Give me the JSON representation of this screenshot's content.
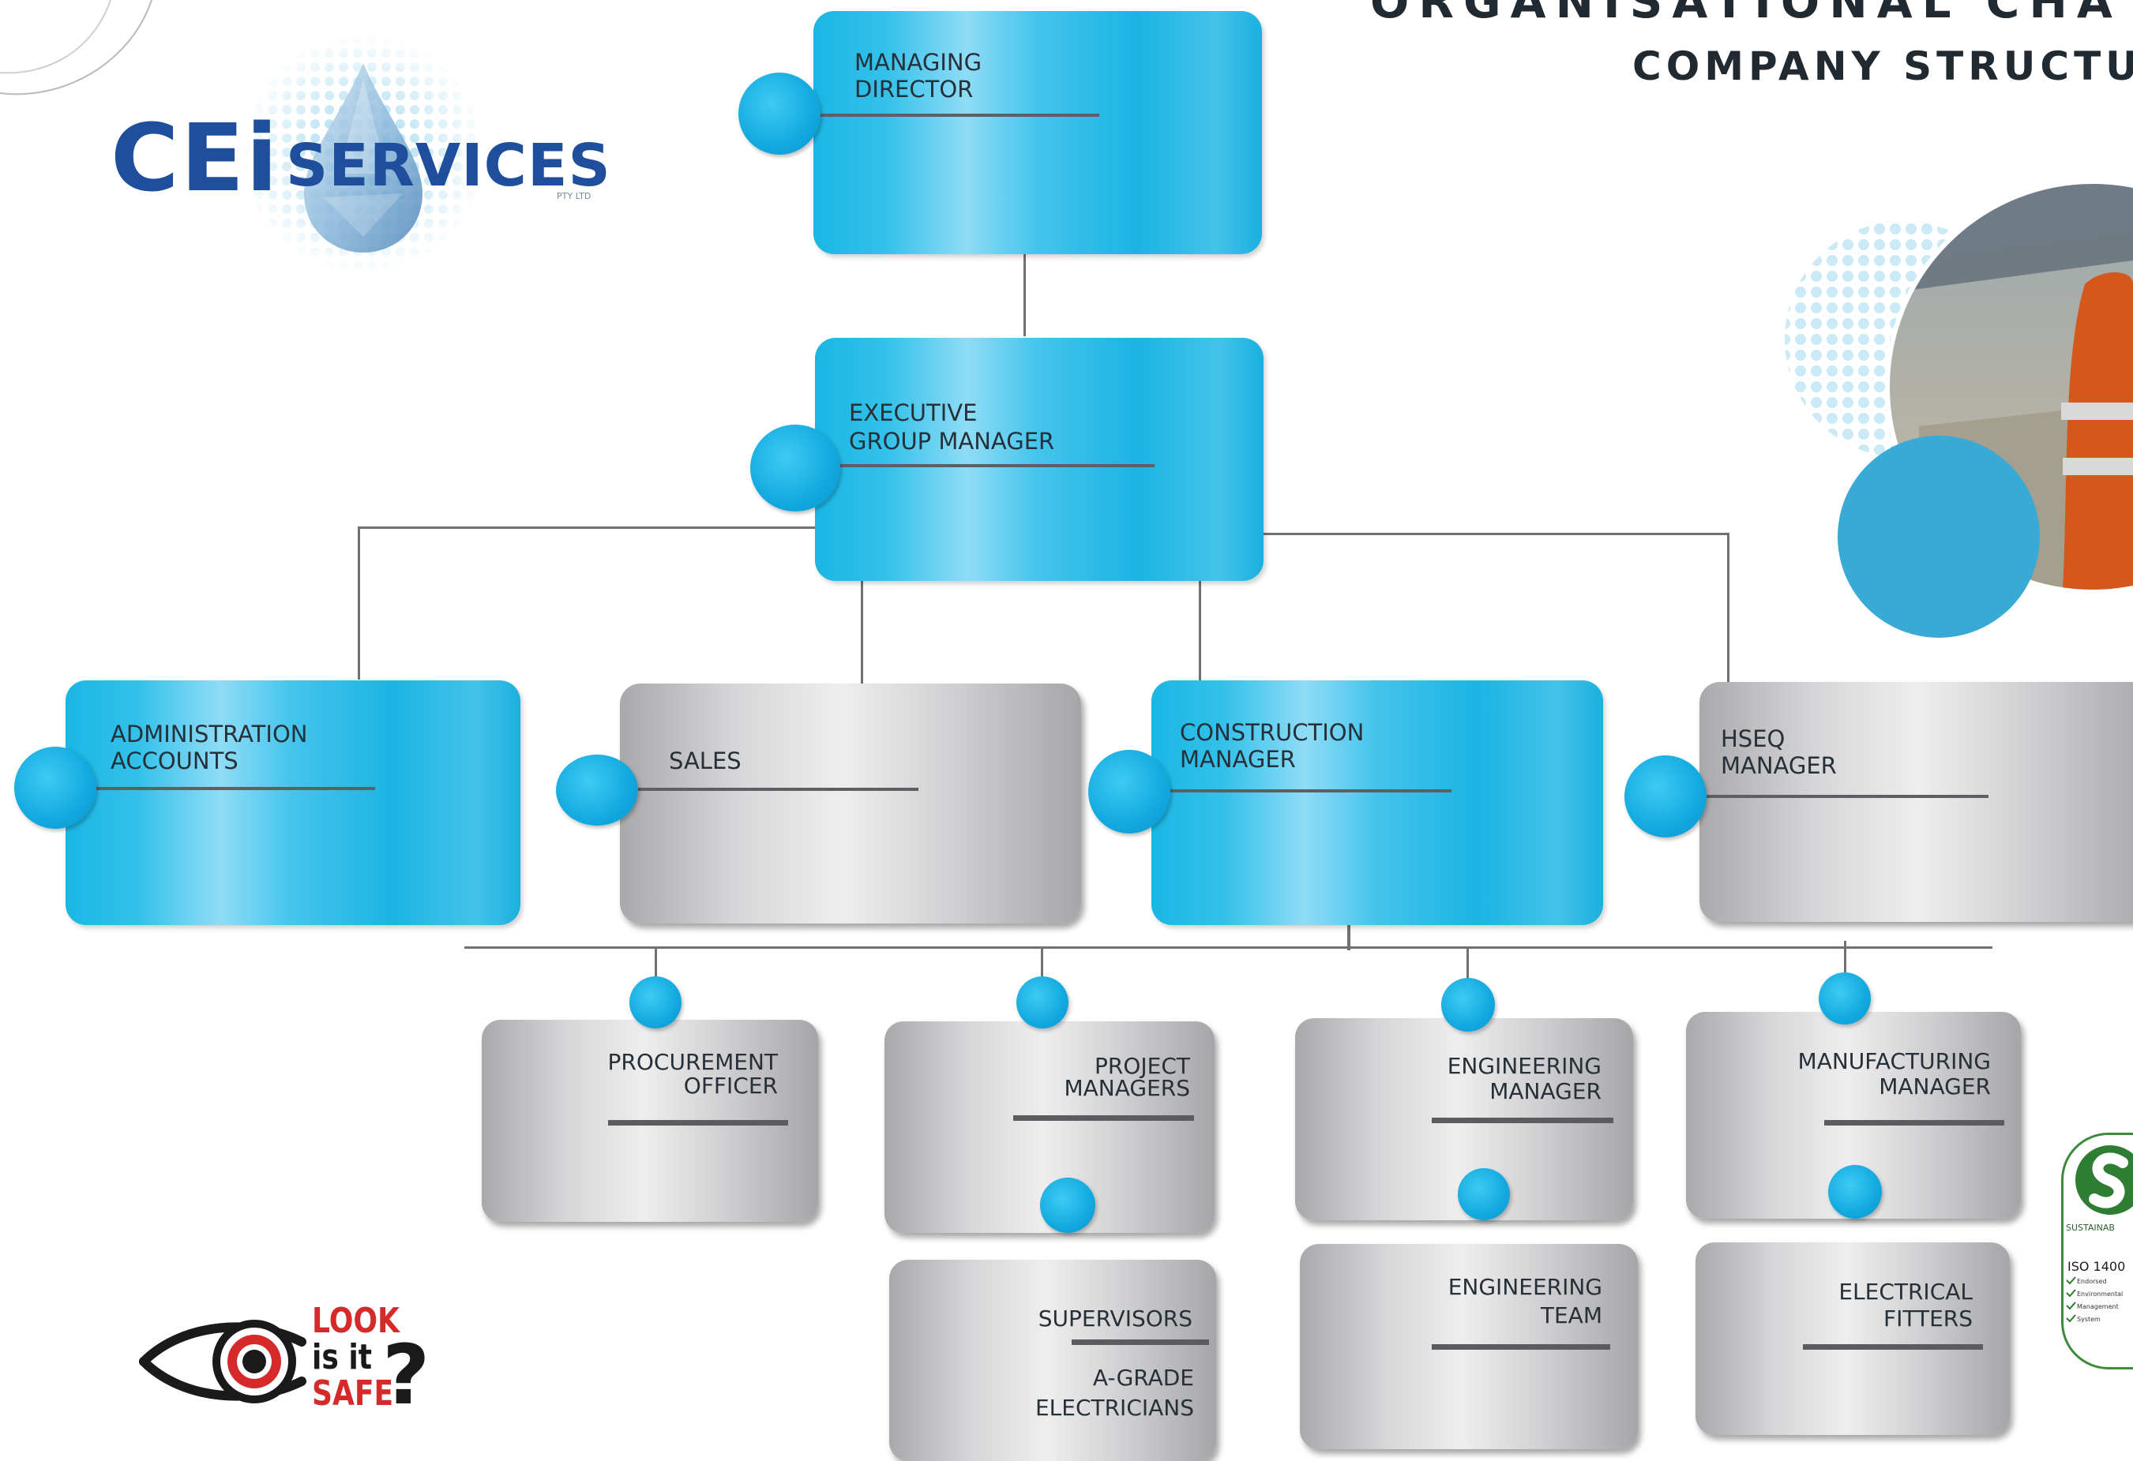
{
  "header": {
    "title": "ORGANISATIONAL CHA",
    "subtitle": "COMPANY STRUCTU"
  },
  "logo": {
    "brand_main": "CEi",
    "brand_services": "SERVICES",
    "brand_suffix": "PTY LTD"
  },
  "safety_badge": {
    "line1": "LOOK",
    "line2": "is it",
    "line3": "SAFE",
    "mark": "?"
  },
  "cert_badge": {
    "title": "SUSTAINAB",
    "standard": "ISO 1400",
    "ticks": [
      "Endorsed",
      "Environmental",
      "Management",
      "System"
    ]
  },
  "chart": {
    "managing_director": {
      "line1": "MANAGING",
      "line2": "DIRECTOR"
    },
    "executive_group_manager": {
      "line1": "EXECUTIVE",
      "line2": "GROUP  MANAGER"
    },
    "administration_accounts": {
      "line1": "ADMINISTRATION",
      "line2": "ACCOUNTS"
    },
    "sales": {
      "line1": "SALES"
    },
    "construction_manager": {
      "line1": "CONSTRUCTION",
      "line2": "MANAGER"
    },
    "hseq_manager": {
      "line1": "HSEQ",
      "line2": "MANAGER"
    },
    "procurement_officer": {
      "line1": "PROCUREMENT",
      "line2": "OFFICER"
    },
    "project_managers": {
      "line1": "PROJECT",
      "line2": "MANAGERS"
    },
    "engineering_manager": {
      "line1": "ENGINEERING",
      "line2": "MANAGER"
    },
    "manufacturing_manager": {
      "line1": "MANUFACTURING",
      "line2": "MANAGER"
    },
    "supervisors": {
      "line1": "SUPERVISORS",
      "sub1": "A-GRADE",
      "sub2": "ELECTRICIANS"
    },
    "engineering_team": {
      "line1": "ENGINEERING",
      "line2": "TEAM"
    },
    "electrical_fitters": {
      "line1": "ELECTRICAL",
      "line2": "FITTERS"
    }
  },
  "colors": {
    "accent_blue": "#1bb6e4",
    "node_gray": "#d0d0d2",
    "text_dark": "#263038",
    "logo_blue": "#1f4e9c"
  }
}
